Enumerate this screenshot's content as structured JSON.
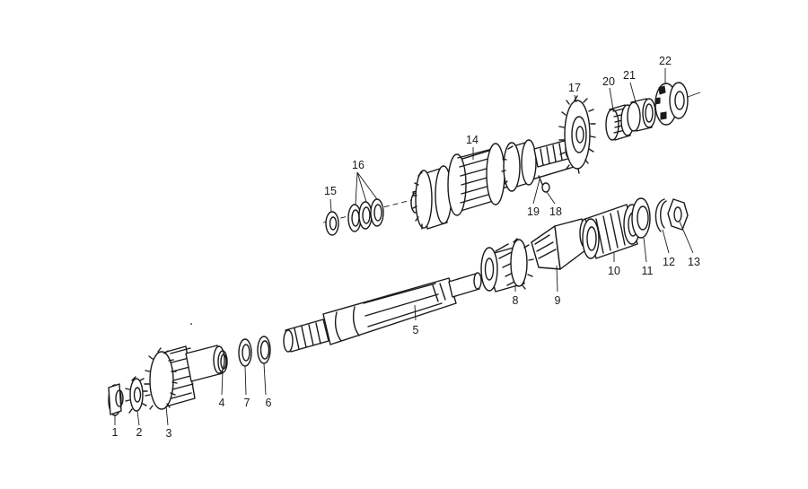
{
  "diagram": {
    "callouts": [
      {
        "id": "p1",
        "label": "1"
      },
      {
        "id": "p2",
        "label": "2"
      },
      {
        "id": "p3",
        "label": "3"
      },
      {
        "id": "p4",
        "label": "4"
      },
      {
        "id": "p5",
        "label": "5"
      },
      {
        "id": "p6",
        "label": "6"
      },
      {
        "id": "p7",
        "label": "7"
      },
      {
        "id": "p8",
        "label": "8"
      },
      {
        "id": "p9",
        "label": "9"
      },
      {
        "id": "p10",
        "label": "10"
      },
      {
        "id": "p11",
        "label": "11"
      },
      {
        "id": "p12",
        "label": "12"
      },
      {
        "id": "p13",
        "label": "13"
      },
      {
        "id": "p14",
        "label": "14"
      },
      {
        "id": "p15",
        "label": "15"
      },
      {
        "id": "p16",
        "label": "16"
      },
      {
        "id": "p17",
        "label": "17"
      },
      {
        "id": "p18",
        "label": "18"
      },
      {
        "id": "p19",
        "label": "19"
      },
      {
        "id": "p20",
        "label": "20"
      },
      {
        "id": "p21",
        "label": "21"
      },
      {
        "id": "p22",
        "label": "22"
      }
    ]
  }
}
